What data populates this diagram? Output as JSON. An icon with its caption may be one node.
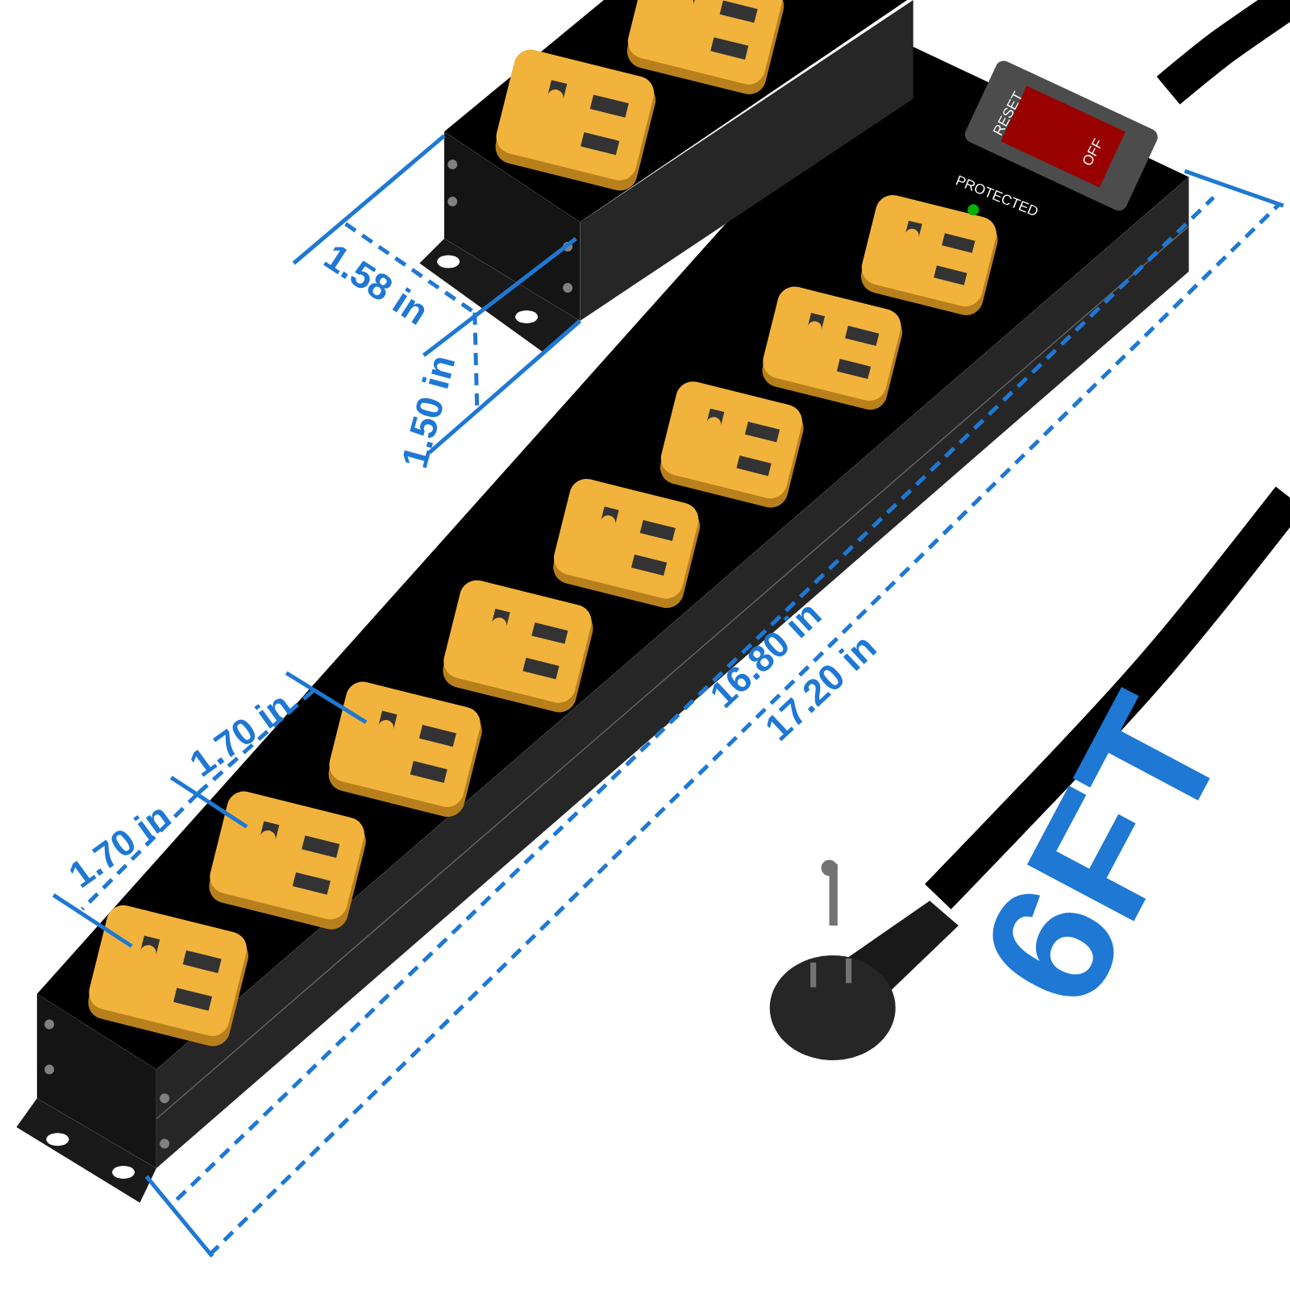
{
  "diagram": {
    "labels": [
      "1.58 in",
      "1.50 in",
      "PROTECTED",
      "16.80 in",
      "17.20 in",
      "1.70 in",
      "1.70 in",
      "6FT",
      "RESET",
      "OFF"
    ]
  }
}
